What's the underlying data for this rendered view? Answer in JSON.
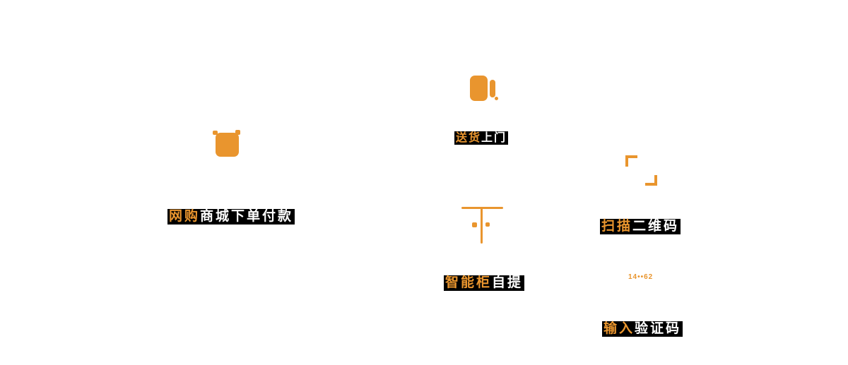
{
  "page": {
    "background_color": "#ffffff",
    "accent_color": "#e9952e",
    "band_color": "#000000",
    "band_text_color": "#ffffff"
  },
  "steps": [
    {
      "id": "order",
      "icon": "shopping-bag-icon",
      "label_highlight": "网购",
      "label_rest": "商城下单付款"
    },
    {
      "id": "delivery",
      "icon": "delivery-truck-icon",
      "label_highlight": "送货",
      "label_rest": "上门"
    },
    {
      "id": "scan",
      "icon": "qr-scan-frame-icon",
      "label_highlight": "扫描",
      "label_rest": "二维码"
    },
    {
      "id": "locker-pickup",
      "icon": "smart-locker-icon",
      "label_highlight": "智能柜",
      "label_rest": "自提"
    },
    {
      "id": "verify-code",
      "icon": "masked-code-text",
      "code_display": "14••62",
      "label_highlight": "输入",
      "label_rest": "验证码"
    }
  ]
}
